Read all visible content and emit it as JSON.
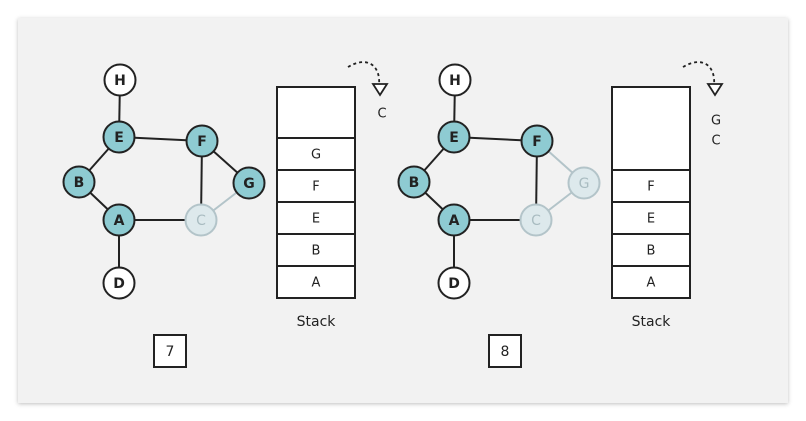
{
  "colors": {
    "visited_fill": "#8ecbd2",
    "unvisited_fill": "#ffffff",
    "faded_fill": "#dde9ec",
    "faded_stroke": "#b3c4c9",
    "faded_text": "#a9bcc1",
    "stroke": "#222222"
  },
  "panels": [
    {
      "step": "7",
      "stack_title": "Stack",
      "stack_empty_slots": 1,
      "stack_items": [
        "G",
        "F",
        "E",
        "B",
        "A"
      ],
      "popped": [
        "C"
      ],
      "nodes": [
        {
          "id": "H",
          "label": "H",
          "state": "unvisited"
        },
        {
          "id": "E",
          "label": "E",
          "state": "visited"
        },
        {
          "id": "F",
          "label": "F",
          "state": "visited"
        },
        {
          "id": "B",
          "label": "B",
          "state": "visited"
        },
        {
          "id": "G",
          "label": "G",
          "state": "visited"
        },
        {
          "id": "A",
          "label": "A",
          "state": "visited"
        },
        {
          "id": "C",
          "label": "C",
          "state": "faded"
        },
        {
          "id": "D",
          "label": "D",
          "state": "unvisited"
        }
      ],
      "edges": [
        {
          "from": "H",
          "to": "E",
          "state": "normal"
        },
        {
          "from": "E",
          "to": "F",
          "state": "normal"
        },
        {
          "from": "E",
          "to": "B",
          "state": "normal"
        },
        {
          "from": "B",
          "to": "A",
          "state": "normal"
        },
        {
          "from": "A",
          "to": "D",
          "state": "normal"
        },
        {
          "from": "A",
          "to": "C",
          "state": "normal"
        },
        {
          "from": "F",
          "to": "G",
          "state": "normal"
        },
        {
          "from": "F",
          "to": "C",
          "state": "normal"
        },
        {
          "from": "G",
          "to": "C",
          "state": "faded"
        }
      ]
    },
    {
      "step": "8",
      "stack_title": "Stack",
      "stack_empty_slots": 2,
      "stack_items": [
        "F",
        "E",
        "B",
        "A"
      ],
      "popped": [
        "G",
        "C"
      ],
      "nodes": [
        {
          "id": "H",
          "label": "H",
          "state": "unvisited"
        },
        {
          "id": "E",
          "label": "E",
          "state": "visited"
        },
        {
          "id": "F",
          "label": "F",
          "state": "visited"
        },
        {
          "id": "B",
          "label": "B",
          "state": "visited"
        },
        {
          "id": "G",
          "label": "G",
          "state": "faded"
        },
        {
          "id": "A",
          "label": "A",
          "state": "visited"
        },
        {
          "id": "C",
          "label": "C",
          "state": "faded"
        },
        {
          "id": "D",
          "label": "D",
          "state": "unvisited"
        }
      ],
      "edges": [
        {
          "from": "H",
          "to": "E",
          "state": "normal"
        },
        {
          "from": "E",
          "to": "F",
          "state": "normal"
        },
        {
          "from": "E",
          "to": "B",
          "state": "normal"
        },
        {
          "from": "B",
          "to": "A",
          "state": "normal"
        },
        {
          "from": "A",
          "to": "D",
          "state": "normal"
        },
        {
          "from": "A",
          "to": "C",
          "state": "normal"
        },
        {
          "from": "F",
          "to": "G",
          "state": "faded"
        },
        {
          "from": "F",
          "to": "C",
          "state": "normal"
        },
        {
          "from": "G",
          "to": "C",
          "state": "faded"
        }
      ]
    }
  ]
}
